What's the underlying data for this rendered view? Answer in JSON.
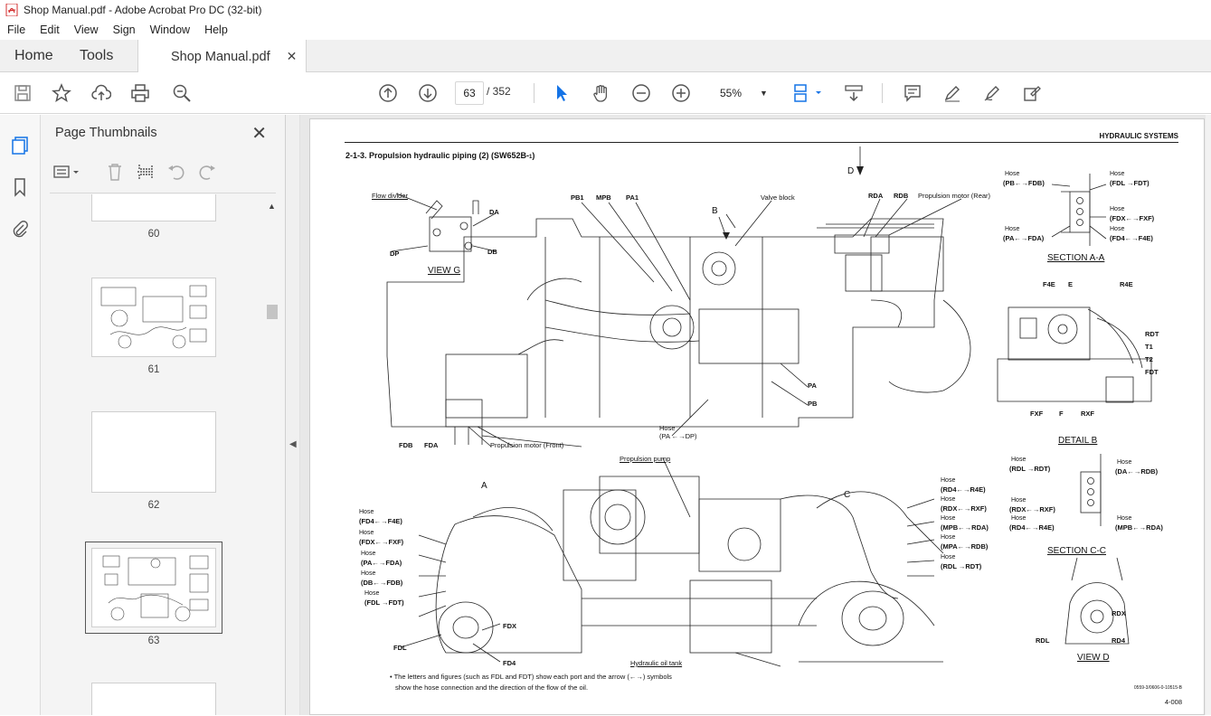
{
  "window": {
    "title": "Shop Manual.pdf - Adobe Acrobat Pro DC (32-bit)"
  },
  "menu": [
    "File",
    "Edit",
    "View",
    "Sign",
    "Window",
    "Help"
  ],
  "tabs": {
    "home": "Home",
    "tools": "Tools",
    "doc": "Shop Manual.pdf"
  },
  "toolbar": {
    "current_page": "63",
    "total_pages": "/ 352",
    "zoom": "55%"
  },
  "panel": {
    "title": "Page Thumbnails",
    "thumbnails": [
      {
        "label": "60"
      },
      {
        "label": "61"
      },
      {
        "label": "62"
      },
      {
        "label": "63"
      }
    ]
  },
  "document": {
    "header": "HYDRAULIC SYSTEMS",
    "heading": "2-1-3. Propulsion hydraulic piping (2) (SW652B-",
    "heading_sub": "1",
    "heading_end": ")",
    "labels": {
      "flow_divider": "Flow divider",
      "da": "DA",
      "dp": "DP",
      "db": "DB",
      "view_g": "VIEW  G",
      "pb1": "PB1",
      "mpb": "MPB",
      "pa1": "PA1",
      "b": "B",
      "valve_block": "Valve block",
      "d": "D",
      "rda": "RDA",
      "rdb": "RDB",
      "motor_rear": "Propulsion motor (Rear)",
      "pa": "PA",
      "pb": "PB",
      "hose_pa_dp": "Hose",
      "hose_pa_dp_v": "(PA ←→DP)",
      "fdb": "FDB",
      "fda": "FDA",
      "motor_front": "Propulsion motor (Front)",
      "pump": "Propulsion pump",
      "a": "A",
      "c": "C",
      "tank": "Hydraulic oil tank",
      "fdx": "FDX",
      "fdl": "FDL",
      "fd4": "FD4",
      "section_aa": "SECTION  A-A",
      "detail_b": "DETAIL  B",
      "section_cc": "SECTION  C-C",
      "view_d": "VIEW D",
      "f4e": "F4E",
      "e": "E",
      "r4e": "R4E",
      "rdt": "RDT",
      "t1": "T1",
      "t2": "T2",
      "fdt": "FDT",
      "fxf": "FXF",
      "f": "F",
      "rxf": "RXF",
      "rdx": "RDX",
      "rdl": "RDL",
      "rd4": "RD4"
    },
    "hoses_left": [
      "(FD4←→F4E)",
      "(FDX←→FXF)",
      "(PA←→FDA)",
      "(DB←→FDB)",
      "(FDL →FDT)"
    ],
    "hoses_right": [
      "(RD4←→R4E)",
      "(RDX←→RXF)",
      "(MPB←→RDA)",
      "(MPA←→RDB)",
      "(RDL →RDT)"
    ],
    "section_aa_hoses": [
      "(PB←→FDB)",
      "(FDL →FDT)",
      "(FDX←→FXF)",
      "(PA←→FDA)",
      "(FD4←→F4E)"
    ],
    "section_cc_hoses": [
      "(RDL →RDT)",
      "(DA←→RDB)",
      "(RDX←→RXF)",
      "(RD4←→R4E)",
      "(MPB←→RDA)"
    ],
    "hose_word": "Hose",
    "note1": "• The letters and figures (such as FDL and FDT) show each port and the arrow (←→) symbols",
    "note2": "show the hose connection and the direction of the flow of the oil.",
    "code": "0559-3/0606-0-10515-B",
    "page_no": "4-008"
  }
}
